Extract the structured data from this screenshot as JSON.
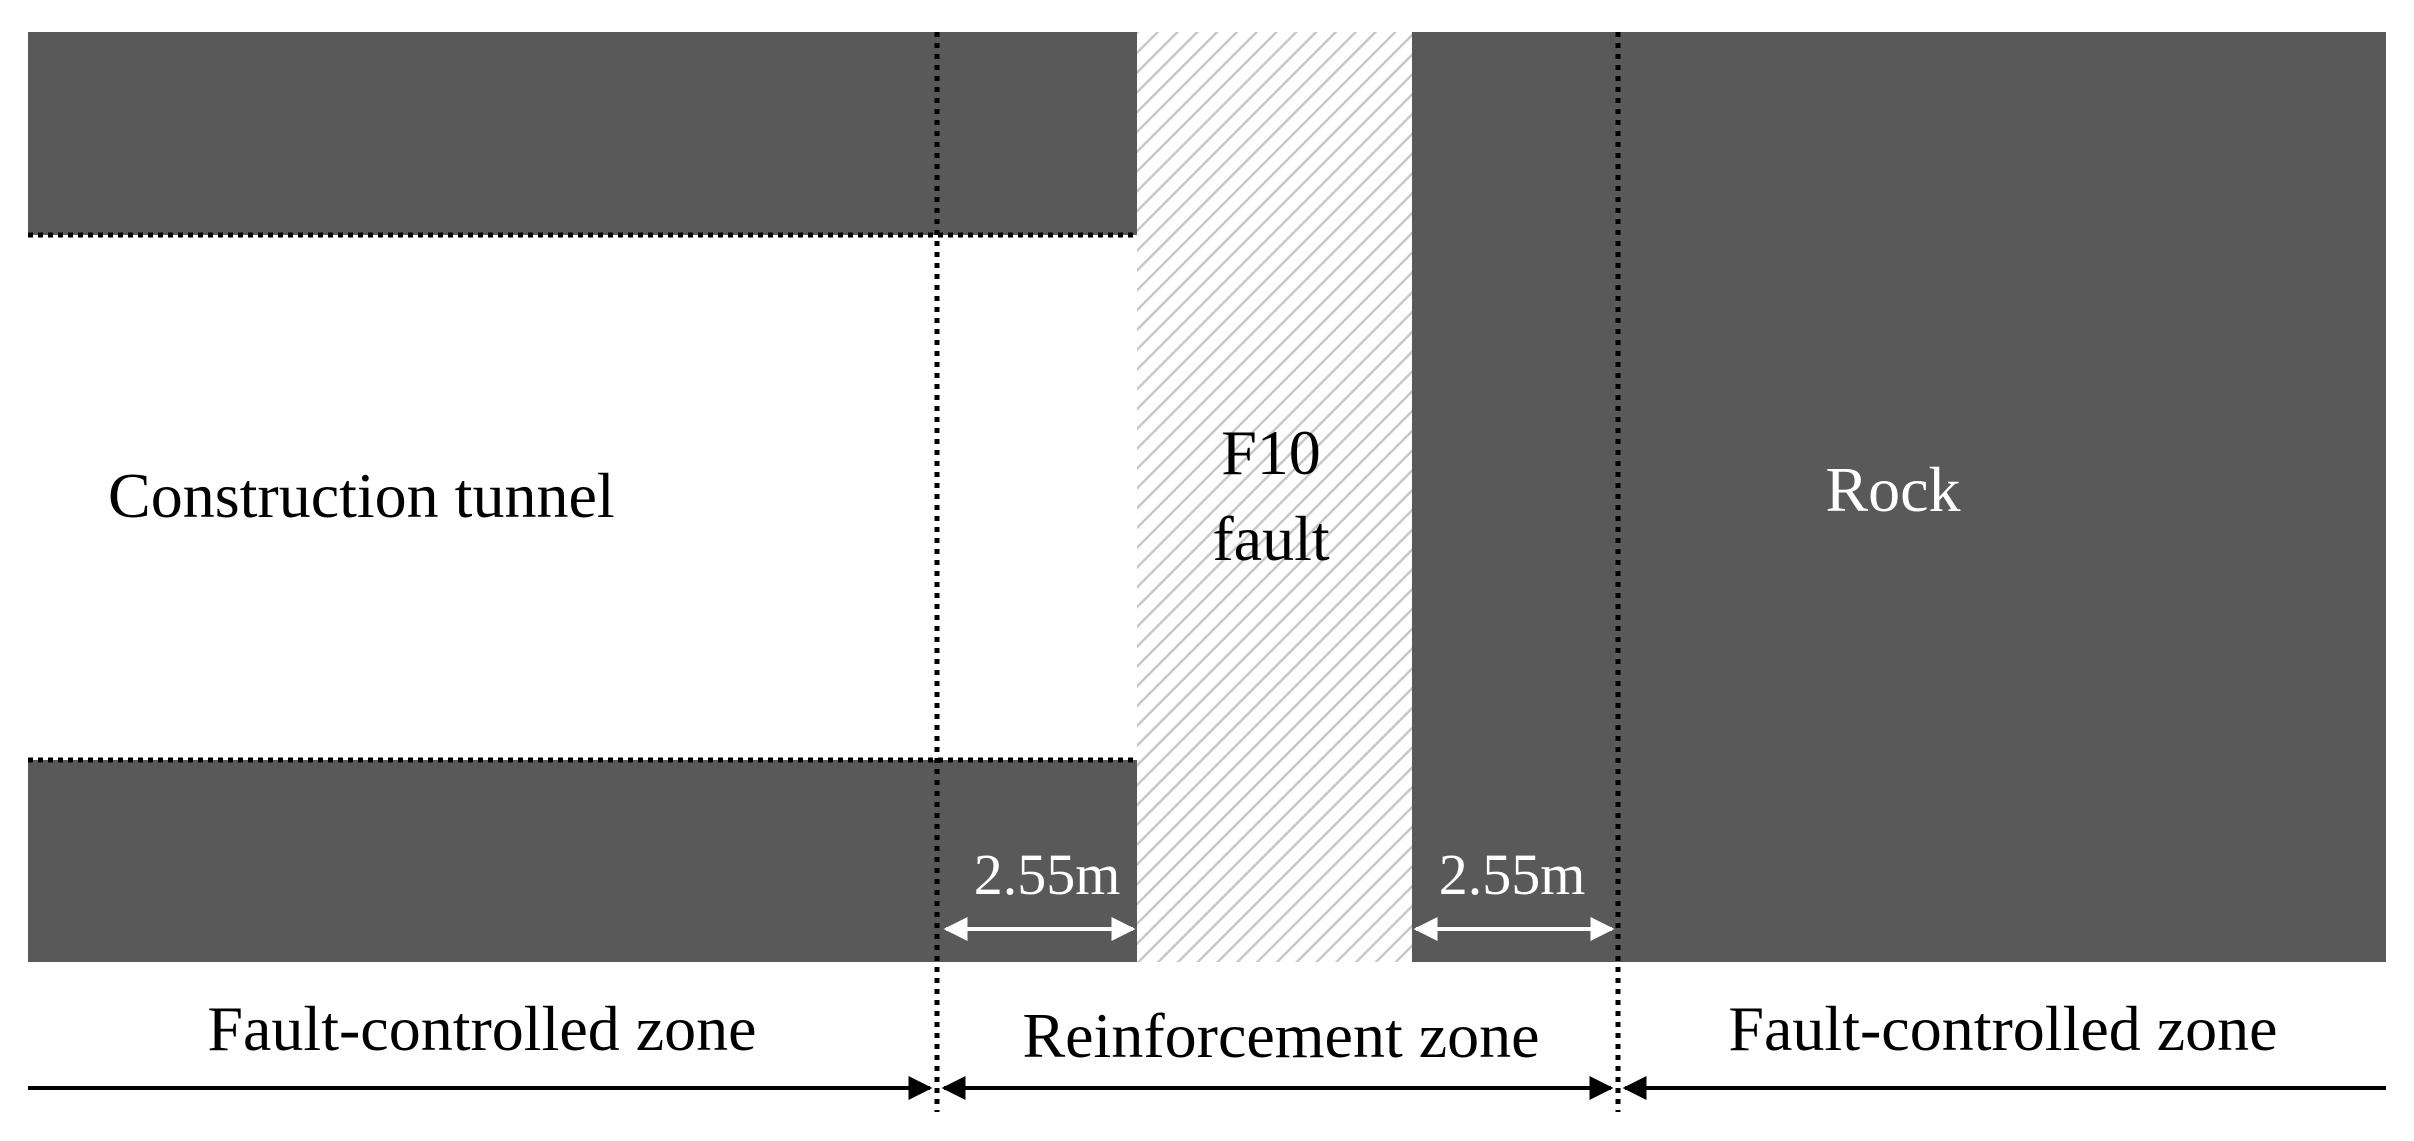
{
  "labels": {
    "tunnel": "Construction tunnel",
    "fault_line1": "F10",
    "fault_line2": "fault",
    "rock": "Rock",
    "dim_left": "2.55m",
    "dim_right": "2.55m",
    "zone_left": "Fault-controlled zone",
    "zone_middle": "Reinforcement zone",
    "zone_right": "Fault-controlled zone"
  },
  "colors": {
    "rock": "#595959",
    "fault_hatch": "#c8c8c8",
    "background": "#ffffff",
    "boundary_line": "#000000",
    "dimension_arrow": "#ffffff"
  }
}
